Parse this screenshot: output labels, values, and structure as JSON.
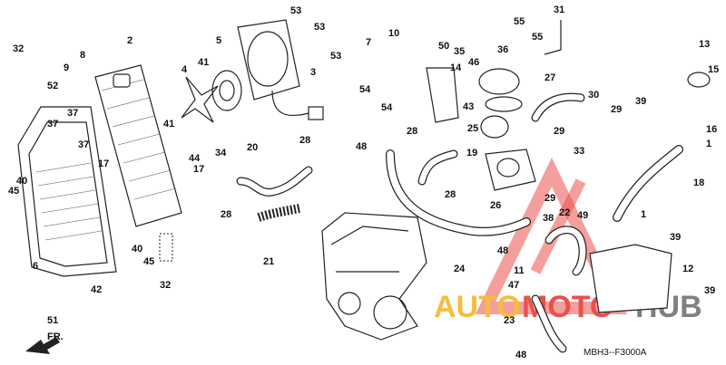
{
  "diagram_code": "MBH3--F3000A",
  "front_label": "FR.",
  "watermark": {
    "auto": "AUTO",
    "moto": "MOTO",
    "hub": "HUB"
  },
  "colors": {
    "watermark_red": "#e8322d",
    "watermark_yellow": "#f5b21c",
    "watermark_gray": "#6b6b6b",
    "ink": "#222222"
  },
  "parts": [
    {
      "id": "p32a",
      "label": "32"
    },
    {
      "id": "p2",
      "label": "2"
    },
    {
      "id": "p8",
      "label": "8"
    },
    {
      "id": "p9",
      "label": "9"
    },
    {
      "id": "p52",
      "label": "52"
    },
    {
      "id": "p37a",
      "label": "37"
    },
    {
      "id": "p37b",
      "label": "37"
    },
    {
      "id": "p37c",
      "label": "37"
    },
    {
      "id": "p17a",
      "label": "17"
    },
    {
      "id": "p45a",
      "label": "45"
    },
    {
      "id": "p40a",
      "label": "40"
    },
    {
      "id": "p6",
      "label": "6"
    },
    {
      "id": "p42",
      "label": "42"
    },
    {
      "id": "p51",
      "label": "51"
    },
    {
      "id": "p4",
      "label": "4"
    },
    {
      "id": "p41a",
      "label": "41"
    },
    {
      "id": "p41b",
      "label": "41"
    },
    {
      "id": "p5",
      "label": "5"
    },
    {
      "id": "p53a",
      "label": "53"
    },
    {
      "id": "p53b",
      "label": "53"
    },
    {
      "id": "p53c",
      "label": "53"
    },
    {
      "id": "p3",
      "label": "3"
    },
    {
      "id": "p44",
      "label": "44"
    },
    {
      "id": "p34",
      "label": "34"
    },
    {
      "id": "p17b",
      "label": "17"
    },
    {
      "id": "p20",
      "label": "20"
    },
    {
      "id": "p28a",
      "label": "28"
    },
    {
      "id": "p28b",
      "label": "28"
    },
    {
      "id": "p21",
      "label": "21"
    },
    {
      "id": "p40b",
      "label": "40"
    },
    {
      "id": "p45b",
      "label": "45"
    },
    {
      "id": "p32b",
      "label": "32"
    },
    {
      "id": "p7",
      "label": "7"
    },
    {
      "id": "p10",
      "label": "10"
    },
    {
      "id": "p50",
      "label": "50"
    },
    {
      "id": "p35",
      "label": "35"
    },
    {
      "id": "p55a",
      "label": "55"
    },
    {
      "id": "p55b",
      "label": "55"
    },
    {
      "id": "p36",
      "label": "36"
    },
    {
      "id": "p31",
      "label": "31"
    },
    {
      "id": "p14",
      "label": "14"
    },
    {
      "id": "p46",
      "label": "46"
    },
    {
      "id": "p27",
      "label": "27"
    },
    {
      "id": "p54a",
      "label": "54"
    },
    {
      "id": "p54b",
      "label": "54"
    },
    {
      "id": "p43",
      "label": "43"
    },
    {
      "id": "p30",
      "label": "30"
    },
    {
      "id": "p29a",
      "label": "29"
    },
    {
      "id": "p28c",
      "label": "28"
    },
    {
      "id": "p25",
      "label": "25"
    },
    {
      "id": "p29b",
      "label": "29"
    },
    {
      "id": "p48a",
      "label": "48"
    },
    {
      "id": "p19",
      "label": "19"
    },
    {
      "id": "p33",
      "label": "33"
    },
    {
      "id": "p28d",
      "label": "28"
    },
    {
      "id": "p26",
      "label": "26"
    },
    {
      "id": "p29c",
      "label": "29"
    },
    {
      "id": "p13",
      "label": "13"
    },
    {
      "id": "p15",
      "label": "15"
    },
    {
      "id": "p39a",
      "label": "39"
    },
    {
      "id": "p16",
      "label": "16"
    },
    {
      "id": "p1a",
      "label": "1"
    },
    {
      "id": "p18",
      "label": "18"
    },
    {
      "id": "p1b",
      "label": "1"
    },
    {
      "id": "p38",
      "label": "38"
    },
    {
      "id": "p22",
      "label": "22"
    },
    {
      "id": "p49",
      "label": "49"
    },
    {
      "id": "p39b",
      "label": "39"
    },
    {
      "id": "p48b",
      "label": "48"
    },
    {
      "id": "p24",
      "label": "24"
    },
    {
      "id": "p11",
      "label": "11"
    },
    {
      "id": "p12",
      "label": "12"
    },
    {
      "id": "p47",
      "label": "47"
    },
    {
      "id": "p39c",
      "label": "39"
    },
    {
      "id": "p23",
      "label": "23"
    },
    {
      "id": "p48c",
      "label": "48"
    }
  ]
}
